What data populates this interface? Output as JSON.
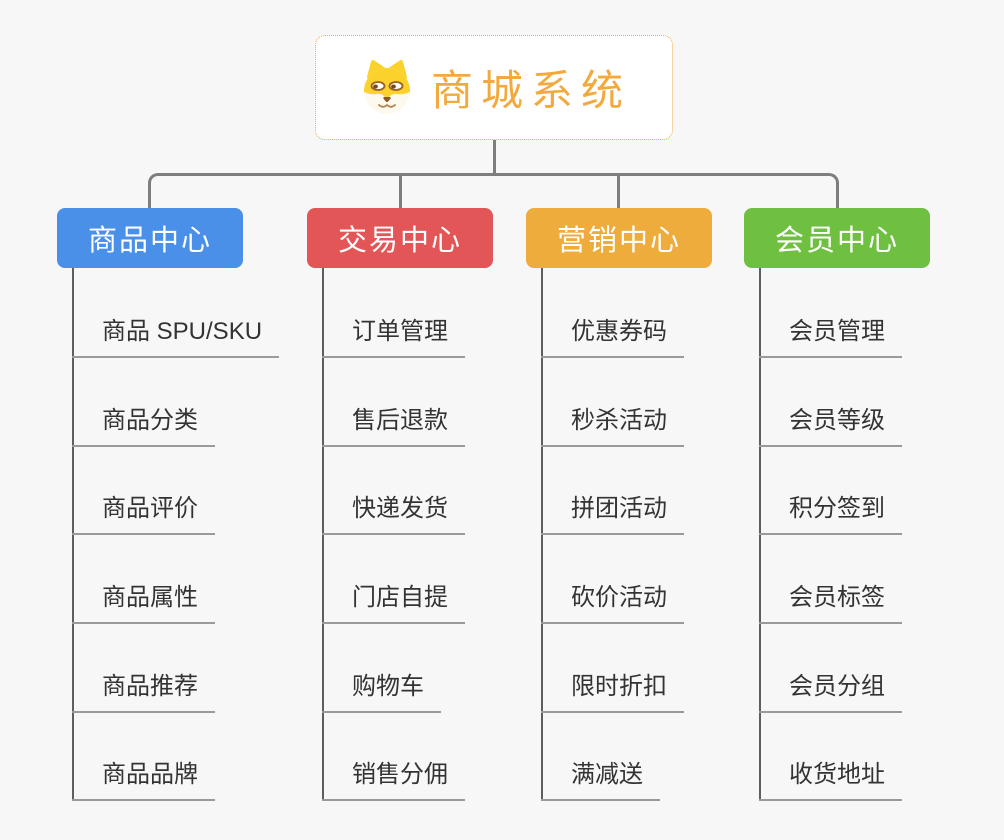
{
  "root": {
    "title": "商城系统",
    "icon": "dog-icon",
    "title_color": "#f2a93d",
    "border_color": "#f0a845"
  },
  "branches": [
    {
      "title": "商品中心",
      "color": "#4a8fe8",
      "items": [
        "商品 SPU/SKU",
        "商品分类",
        "商品评价",
        "商品属性",
        "商品推荐",
        "商品品牌"
      ]
    },
    {
      "title": "交易中心",
      "color": "#e25658",
      "items": [
        "订单管理",
        "售后退款",
        "快递发货",
        "门店自提",
        "购物车",
        "销售分佣"
      ]
    },
    {
      "title": "营销中心",
      "color": "#edac3c",
      "items": [
        "优惠券码",
        "秒杀活动",
        "拼团活动",
        "砍价活动",
        "限时折扣",
        "满减送"
      ]
    },
    {
      "title": "会员中心",
      "color": "#6fc041",
      "items": [
        "会员管理",
        "会员等级",
        "积分签到",
        "会员标签",
        "会员分组",
        "收货地址"
      ]
    }
  ]
}
